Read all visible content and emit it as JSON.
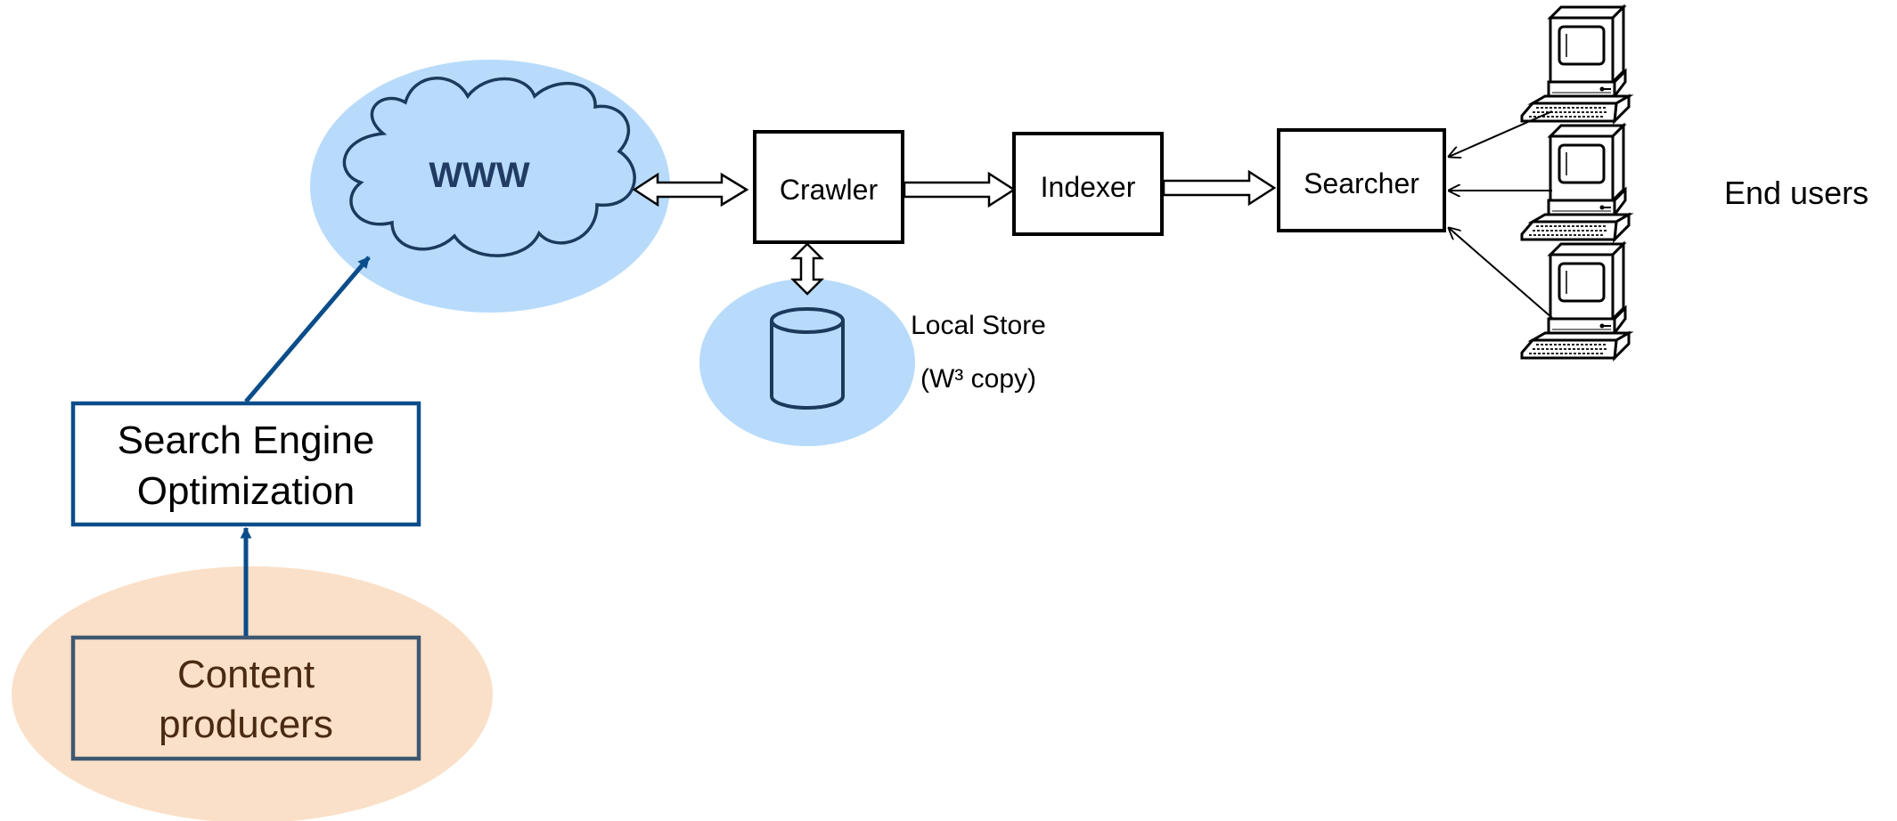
{
  "nodes": {
    "www": "WWW",
    "crawler": "Crawler",
    "indexer": "Indexer",
    "searcher": "Searcher",
    "local_store_line1": "Local Store",
    "local_store_line2": "(W³ copy)",
    "seo_line1": "Search Engine",
    "seo_line2": "Optimization",
    "content_line1": "Content",
    "content_line2": "producers",
    "end_users": "End users"
  },
  "colors": {
    "light_blue_fill": "#b8dbfb",
    "peach_fill": "#fae0c8",
    "dark_blue": "#0b4d8a",
    "cloud_stroke": "#1b3a5c",
    "www_text": "#213b63",
    "content_text": "#4a2a12",
    "content_border": "#3f5872"
  },
  "icons": [
    "cloud-icon",
    "database-cylinder-icon",
    "computer-terminal-icon"
  ]
}
